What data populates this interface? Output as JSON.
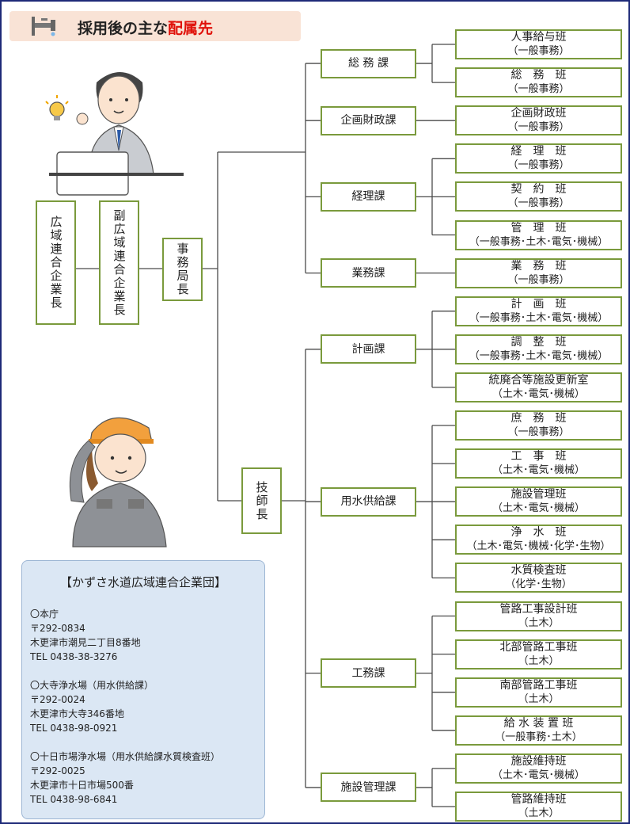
{
  "header": {
    "title_main": "採用後の主な",
    "title_accent": "配属先",
    "icon": "faucet-icon"
  },
  "colors": {
    "box_border": "#7a9a3c",
    "line": "#4a4a4a",
    "accent": "#e0120b",
    "header_bg": "#f9e3d6",
    "info_bg": "#dbe7f4"
  },
  "leaders": {
    "head": "広域連合企業長",
    "deputy": "副広域連合企業長",
    "secretary": "事務局長",
    "engineer": "技師長"
  },
  "departments": [
    {
      "name": "総 務 課",
      "teams": [
        {
          "name": "人事給与班",
          "sub": "（一般事務）"
        },
        {
          "name": "総　務　班",
          "sub": "（一般事務）"
        }
      ]
    },
    {
      "name": "企画財政課",
      "teams": [
        {
          "name": "企画財政班",
          "sub": "（一般事務）"
        }
      ]
    },
    {
      "name": "経理課",
      "teams": [
        {
          "name": "経　理　班",
          "sub": "（一般事務）"
        },
        {
          "name": "契　約　班",
          "sub": "（一般事務）"
        },
        {
          "name": "管　理　班",
          "sub": "（一般事務･土木･電気･機械）"
        }
      ]
    },
    {
      "name": "業務課",
      "teams": [
        {
          "name": "業　務　班",
          "sub": "（一般事務）"
        }
      ]
    },
    {
      "name": "計画課",
      "teams": [
        {
          "name": "計　画　班",
          "sub": "（一般事務･土木･電気･機械）"
        },
        {
          "name": "調　整　班",
          "sub": "（一般事務･土木･電気･機械）"
        },
        {
          "name": "統廃合等施設更新室",
          "sub": "（土木･電気･機械）"
        }
      ]
    },
    {
      "name": "用水供給課",
      "teams": [
        {
          "name": "庶　務　班",
          "sub": "（一般事務）"
        },
        {
          "name": "工　事　班",
          "sub": "（土木･電気･機械）"
        },
        {
          "name": "施設管理班",
          "sub": "（土木･電気･機械）"
        },
        {
          "name": "浄　水　班",
          "sub": "（土木･電気･機械･化学･生物）"
        },
        {
          "name": "水質検査班",
          "sub": "（化学･生物）"
        }
      ]
    },
    {
      "name": "工務課",
      "teams": [
        {
          "name": "管路工事設計班",
          "sub": "（土木）"
        },
        {
          "name": "北部管路工事班",
          "sub": "（土木）"
        },
        {
          "name": "南部管路工事班",
          "sub": "（土木）"
        },
        {
          "name": "給 水 装 置 班",
          "sub": "（一般事務･土木）"
        }
      ]
    },
    {
      "name": "施設管理課",
      "teams": [
        {
          "name": "施設維持班",
          "sub": "（土木･電気･機械）"
        },
        {
          "name": "管路維持班",
          "sub": "（土木）"
        }
      ]
    }
  ],
  "info": {
    "heading": "【かずさ水道広域連合企業団】",
    "lines": [
      "〇本庁",
      "〒292-0834",
      "木更津市潮見二丁目8番地",
      "TEL 0438-38-3276",
      "",
      "〇大寺浄水場（用水供給課）",
      "〒292-0024",
      "木更津市大寺346番地",
      "TEL 0438-98-0921",
      "",
      "〇十日市場浄水場（用水供給課水質検査班）",
      "〒292-0025",
      "木更津市十日市場500番",
      "TEL 0438-98-6841"
    ]
  }
}
